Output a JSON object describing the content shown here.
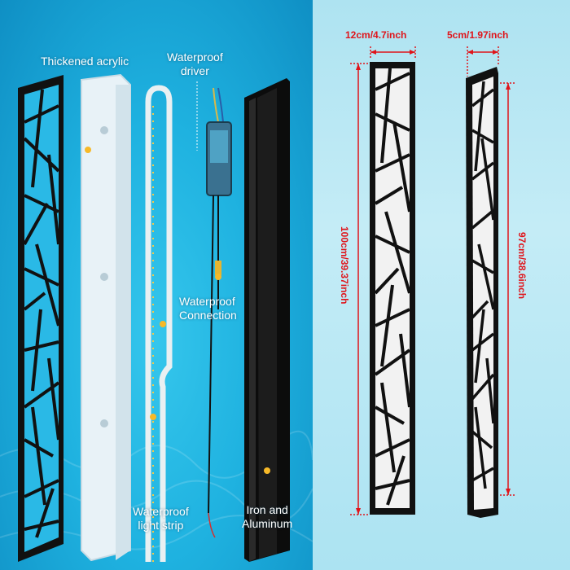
{
  "labels": {
    "thickened_acrylic": "Thickened acrylic",
    "waterproof_driver": "Waterproof\ndriver",
    "waterproof_connection": "Waterproof\nConnection",
    "waterproof_light_strip": "Waterproof\nlight strip",
    "iron_aluminum": "Iron and\nAluminum"
  },
  "dimensions": {
    "large_width": "12cm/4.7inch",
    "small_width": "5cm/1.97inch",
    "large_height": "100cm/39.37inch",
    "small_height": "97cm/38.6inch"
  },
  "colors": {
    "dimension_red": "#e0141a",
    "frame_black": "#111111",
    "background_blue": "#1fb2e0",
    "background_light": "#b9e8f4"
  }
}
